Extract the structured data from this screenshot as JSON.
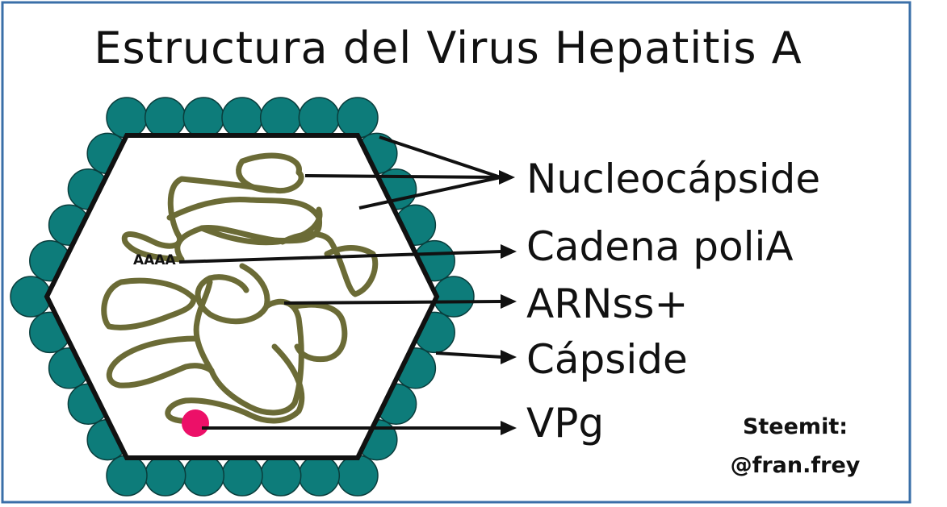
{
  "title": "Estructura del Virus Hepatitis A",
  "labels": {
    "nucleocapside": "Nucleocápside",
    "cadena_polia": "Cadena poliA",
    "arnss": "ARNss+",
    "capside": "Cápside",
    "vpg": "VPg"
  },
  "polya_tail": "AAAA",
  "credit": {
    "line1": "Steemit:",
    "line2": "@fran.frey"
  },
  "colors": {
    "capsomere": "#0d7c7a",
    "rna": "#6b6b36",
    "vpg": "#ec1068",
    "frame": "#3a6fa8",
    "outline": "#111111"
  }
}
